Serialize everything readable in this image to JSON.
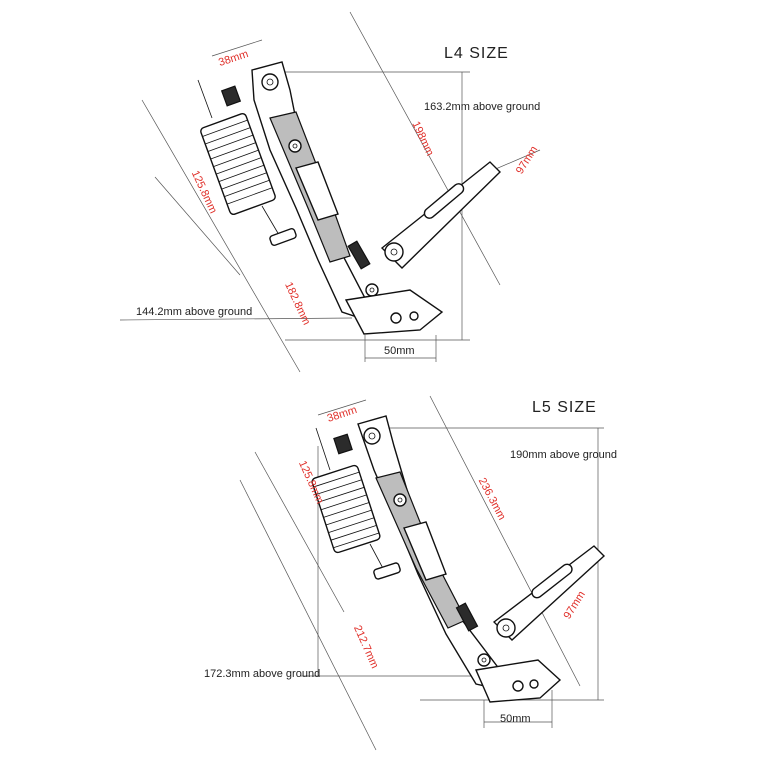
{
  "l4": {
    "title": "L4 SIZE",
    "dims": {
      "top_width": "38mm",
      "total_height": "198mm",
      "foot_width": "97mm",
      "spring_length": "125.8mm",
      "lower_length": "182.8mm",
      "base_width": "50mm"
    },
    "ground_notes": {
      "upper": "163.2mm above ground",
      "lower": "144.2mm above ground"
    }
  },
  "l5": {
    "title": "L5 SIZE",
    "dims": {
      "top_width": "38mm",
      "total_height": "236.3mm",
      "foot_width": "97mm",
      "spring_length": "125.8mm",
      "lower_length": "212.7mm",
      "base_width": "50mm"
    },
    "ground_notes": {
      "upper": "190mm above ground",
      "lower": "172.3mm above ground"
    }
  },
  "colors": {
    "dimension_text": "#e0302a",
    "note_text": "#222222"
  }
}
